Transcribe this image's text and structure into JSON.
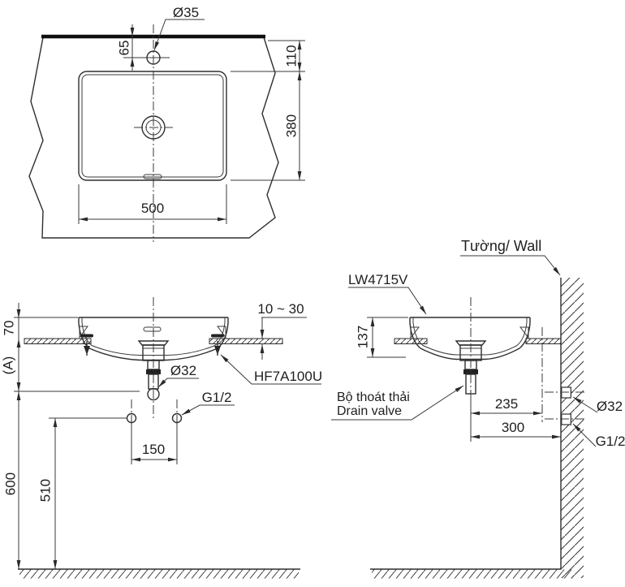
{
  "drawing": {
    "top_view": {
      "faucet_hole_dia": "Ø35",
      "dim_hole_offset": "65",
      "dim_back_offset": "110",
      "dim_depth": "380",
      "dim_width": "500"
    },
    "front_view": {
      "dim_rim_height": "70",
      "dim_a": "(A)",
      "dim_drain_height": "600",
      "dim_supply_height": "510",
      "dim_supply_spacing": "150",
      "drain_dia": "Ø32",
      "supply_thread": "G1/2",
      "counter_thickness_range": "10 ~ 30",
      "fixing_kit": "HF7A100U"
    },
    "side_view": {
      "wall_label": "Tường/ Wall",
      "model": "LW4715V",
      "dim_total_height": "137",
      "dim_drain_to_faucet": "235",
      "dim_drain_to_wall": "300",
      "wall_drain_dia": "Ø32",
      "wall_supply_thread": "G1/2",
      "drain_valve_vi": "Bộ thoát thải",
      "drain_valve_en": "Drain valve"
    },
    "colors": {
      "line": "#2e2e2e",
      "thick_edge": "#0f0f0f",
      "background": "#ffffff"
    }
  }
}
